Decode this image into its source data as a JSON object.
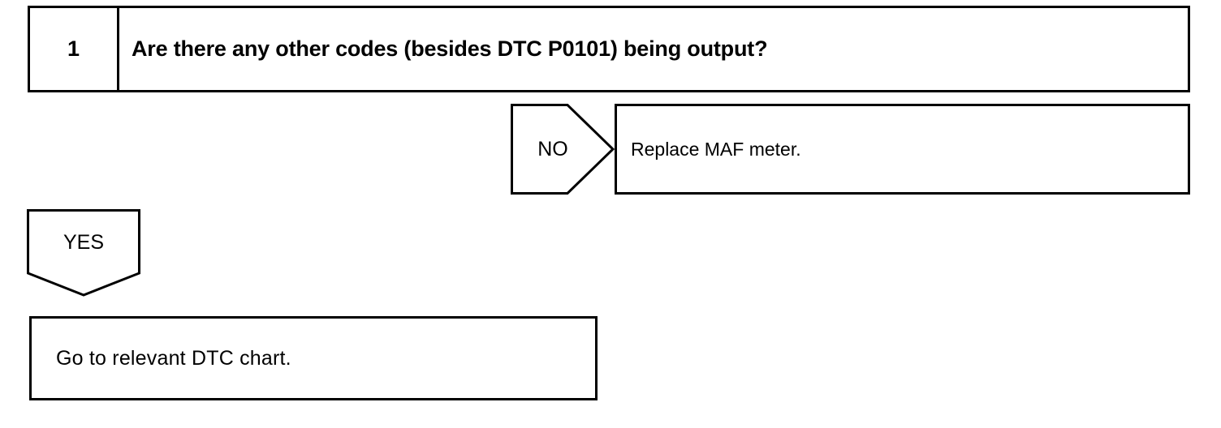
{
  "diagram": {
    "type": "troubleshooting-flowchart",
    "stroke_color": "#000000",
    "background_color": "#ffffff",
    "step": {
      "number": "1",
      "question": "Are there any other codes (besides DTC P0101) being output?"
    },
    "branches": [
      {
        "label": "NO",
        "shape": "pentagon-right",
        "result": "Replace MAF meter."
      },
      {
        "label": "YES",
        "shape": "pentagon-down",
        "result": "Go to relevant DTC chart."
      }
    ]
  }
}
